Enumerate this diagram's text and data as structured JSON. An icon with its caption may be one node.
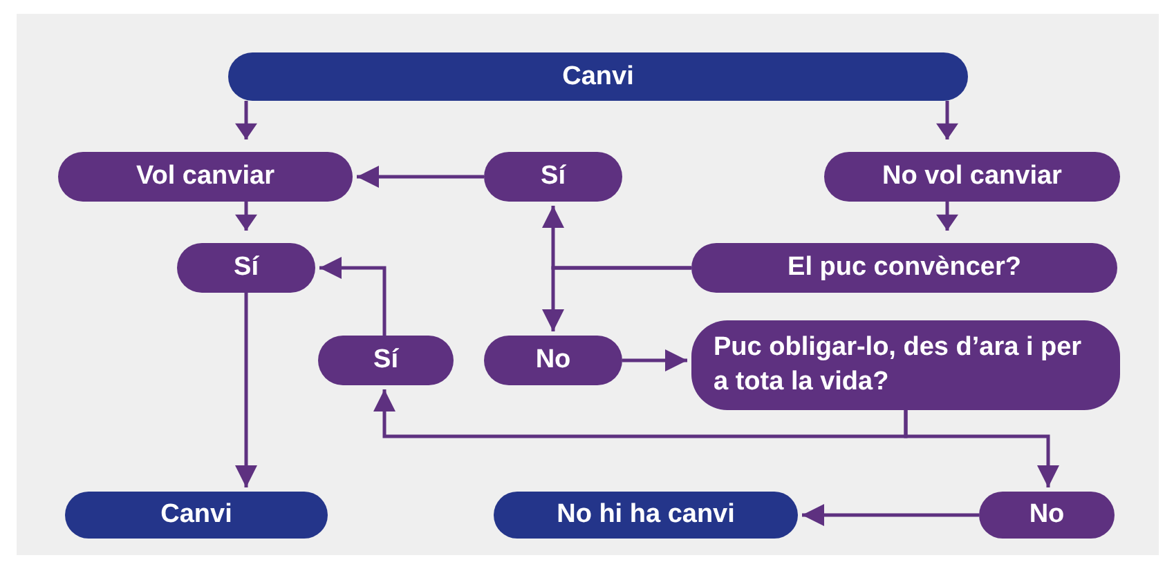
{
  "diagram": {
    "nodes": [
      {
        "text": [
          "Canvi"
        ]
      },
      {
        "text": [
          "Vol canviar"
        ]
      },
      {
        "text": [
          "Sí"
        ]
      },
      {
        "text": [
          "No vol canviar"
        ]
      },
      {
        "text": [
          "Sí"
        ]
      },
      {
        "text": [
          "El puc convèncer?"
        ]
      },
      {
        "text": [
          "Sí"
        ]
      },
      {
        "text": [
          "No"
        ]
      },
      {
        "text": [
          "Puc obligar-lo, des d’ara i per a tota la vida?"
        ]
      },
      {
        "text": [
          "Canvi"
        ]
      },
      {
        "text": [
          "No hi ha canvi"
        ]
      },
      {
        "text": [
          "No"
        ]
      }
    ],
    "edges": [
      {
        "from": 0,
        "to": 1,
        "arrow": "to"
      },
      {
        "from": 0,
        "to": 3,
        "arrow": "to"
      },
      {
        "from": 2,
        "to": 1,
        "arrow": "to"
      },
      {
        "from": 1,
        "to": 4,
        "arrow": "to"
      },
      {
        "from": 3,
        "to": 5,
        "arrow": "to"
      },
      {
        "from": 5,
        "to": 2,
        "arrow": "to"
      },
      {
        "from": 5,
        "to": 7,
        "arrow": "to"
      },
      {
        "from": 6,
        "to": 4,
        "arrow": "to"
      },
      {
        "from": 7,
        "to": 8,
        "arrow": "to"
      },
      {
        "from": 4,
        "to": 9,
        "arrow": "to"
      },
      {
        "from": 8,
        "to": 6,
        "arrow": "to"
      },
      {
        "from": 8,
        "to": 11,
        "arrow": "to"
      },
      {
        "from": 11,
        "to": 10,
        "arrow": "to"
      }
    ]
  }
}
